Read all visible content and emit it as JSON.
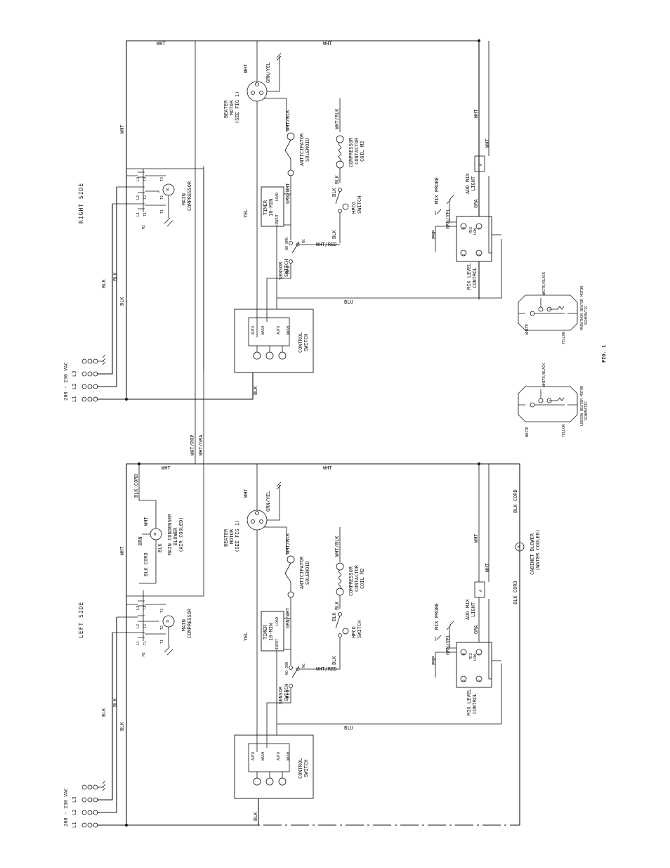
{
  "figure_label": "FIG. 1",
  "sides": {
    "right": "RIGHT SIDE",
    "left": "LEFT SIDE"
  },
  "supply": {
    "voltage": "208 - 230 VAC",
    "terminals": [
      "L1",
      "L2",
      "L3"
    ]
  },
  "wires": {
    "wht": "WHT",
    "blk": "BLK",
    "yel": "YEL",
    "blu": "BLU",
    "gra": "GRA",
    "prp": "PRP",
    "brn": "BRN",
    "grn_yel": "GRN/YEL",
    "wht_blk": "WHT/BLK",
    "grn_wht": "GRN/WHT",
    "wht_red": "WHT/RED",
    "wht_prp": "WHT/PRP",
    "wht_gra": "WHT/GRA",
    "blk_cord": "BLK CORD",
    "no_orn": "NO ORN",
    "nc": "NC"
  },
  "components": {
    "beater_motor": [
      "BEATER",
      "MOTOR",
      "(SEE FIG 1)"
    ],
    "solenoid": [
      "ANTICIPATOR",
      "SOLENOID"
    ],
    "contactor": [
      "COMPRESSOR",
      "CONTACTOR",
      "COIL M2"
    ],
    "timer": [
      "TIMER",
      "10-MIN"
    ],
    "timer_terms": [
      "INPUT",
      "LOAD"
    ],
    "hpco": [
      "HPCO",
      "SWITCH"
    ],
    "sensor_switch": [
      "SENSOR",
      "SWITCH"
    ],
    "compressor": [
      "MAIN",
      "COMPRESSOR"
    ],
    "condenser_blower": [
      "MAIN CONDENSER",
      "BLOWER",
      "(AIR COOLED)"
    ],
    "cabinet_blower": [
      "CABINET BLOWER",
      "(WATER COOLED)"
    ],
    "control_switch": [
      "CONTROL",
      "SWITCH"
    ],
    "switch_positions": [
      "AUTO",
      "WASH",
      "AUTO",
      "WASH"
    ],
    "mix_level_control": [
      "MIX LEVEL",
      "CONTROL"
    ],
    "mix_low": [
      "MIX",
      "LOW"
    ],
    "mix_probe": "MIX PROBE",
    "add_mix_light": [
      "ADD MIX",
      "LIGHT"
    ],
    "contactor_terms": [
      "L1",
      "L2",
      "L3",
      "T1",
      "T2",
      "T3",
      "M2"
    ],
    "motor_terms": [
      "T1",
      "T2",
      "T3"
    ],
    "detail_a": [
      "LEESON BEATER MOTOR",
      "SCHEMATIC"
    ],
    "detail_b": [
      "MARATHON BEATER MOTOR",
      "SCHEMATIC"
    ],
    "detail_wires": [
      "WHITE",
      "YELLOW",
      "WHITE/BLACK"
    ]
  }
}
